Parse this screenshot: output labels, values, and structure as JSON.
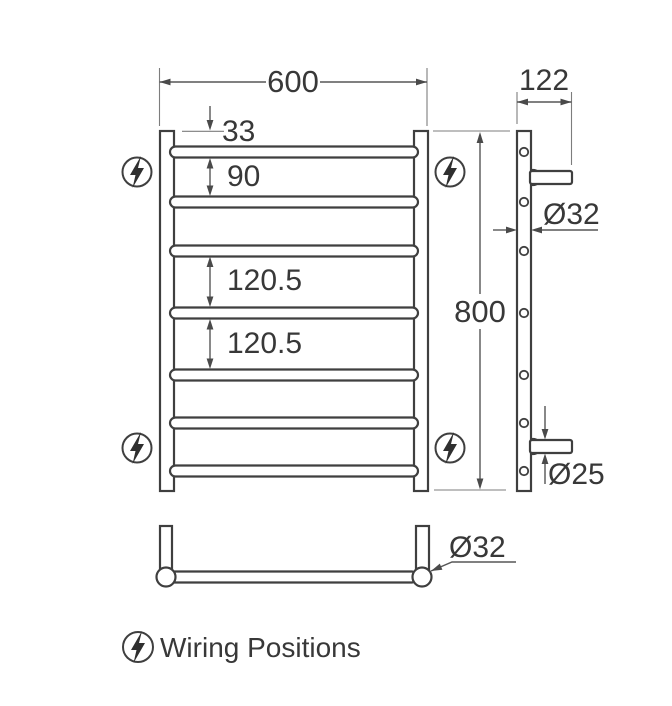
{
  "drawing": {
    "front_view": {
      "width": "600",
      "top_to_first_rail": "33",
      "rail_gap_small": "90",
      "rail_gap_large_1": "120.5",
      "rail_gap_large_2": "120.5"
    },
    "side_view": {
      "depth": "122",
      "post_diameter": "Ø32",
      "height": "800",
      "rail_diameter": "Ø25"
    },
    "top_view": {
      "post_diameter": "Ø32"
    },
    "legend": {
      "wiring_icon": "lightning-bolt-circle-icon",
      "label": "Wiring Positions"
    },
    "colors": {
      "object_line": "#3f3f3f",
      "dimension_line": "#565656",
      "text": "#383838",
      "background": "#ffffff"
    }
  }
}
